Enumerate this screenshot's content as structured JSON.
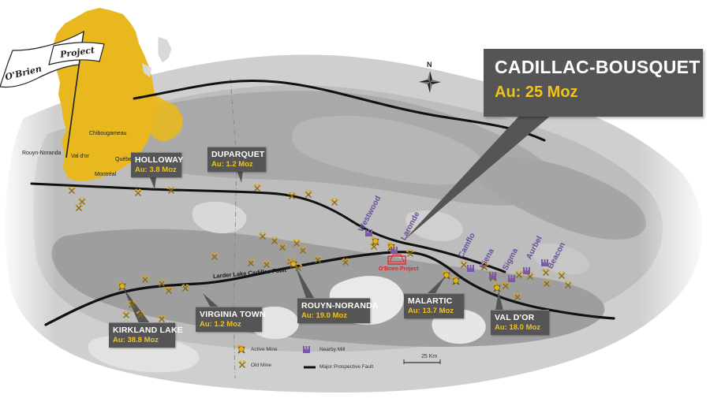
{
  "map": {
    "region_labels": {
      "chibougameau": "Chibougameau",
      "rouyn_noranda": "Rouyn-Noranda",
      "val_dor": "Val d'or",
      "quebec": "Québec",
      "montreal": "Montréal"
    },
    "flag": {
      "line1": "Project",
      "line2": "O'Brien"
    },
    "north_label": "N",
    "fault_label": "Larder Lake Cadillac Fault",
    "project_label": "O'Brien Project",
    "mills": [
      "Westwood",
      "Laronde",
      "Camflo",
      "Kiena",
      "Sigma",
      "Aurbel",
      "Beacon"
    ],
    "callouts": {
      "holloway": {
        "name": "HOLLOWAY",
        "value": "Au: 3.8 Moz"
      },
      "duparquet": {
        "name": "DUPARQUET",
        "value": "Au: 1.2 Moz"
      },
      "kirkland": {
        "name": "KIRKLAND LAKE",
        "value": "Au: 38.8 Moz"
      },
      "virginia": {
        "name": "VIRGINIA TOWN",
        "value": "Au: 1.2 Moz"
      },
      "rouyn": {
        "name": "ROUYN-NORANDA",
        "value": "Au: 19.0 Moz"
      },
      "malartic": {
        "name": "MALARTIC",
        "value": "Au: 13.7 Moz"
      },
      "valdor": {
        "name": "VAL D'OR",
        "value": "Au: 18.0 Moz"
      },
      "cadillac": {
        "name": "CADILLAC-BOUSQUET",
        "value": "Au: 25 Moz"
      }
    },
    "legend": {
      "active_mine": "Active Mine",
      "old_mine": "Old Mine",
      "nearby_mill": "Nearby Mill",
      "major_fault": "Major Prospective Fault"
    },
    "scale_label": "25 Km",
    "colors": {
      "quebec_fill": "#e8b81e",
      "callout_bg": "#555555",
      "callout_value": "#f2c318",
      "fault": "#111111",
      "mill": "#7a5aa8",
      "project": "#e0202a"
    }
  }
}
